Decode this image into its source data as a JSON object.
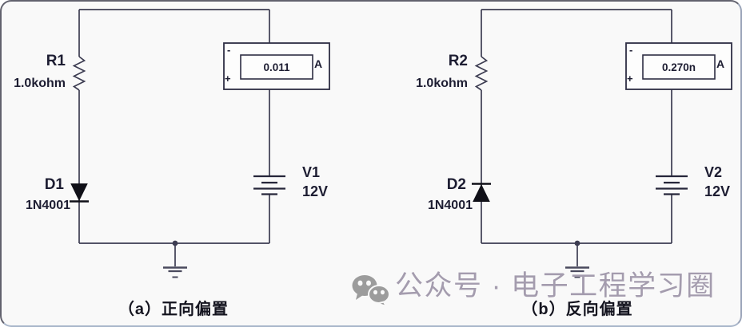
{
  "watermark": {
    "text": "公众号 · 电子工程学习圈",
    "icon": "wechat-icon",
    "color": "#a49cae"
  },
  "colors": {
    "wire": "#3d3d52",
    "label_text": "#1d1d32",
    "diode_fill": "#101018",
    "watermark": "#a49cae"
  },
  "circuits": [
    {
      "id": "a",
      "caption": "（a）正向偏置",
      "bias": "forward",
      "resistor": {
        "ref": "R1",
        "value": "1.0kohm"
      },
      "diode": {
        "ref": "D1",
        "value": "1N4001",
        "orientation": "down"
      },
      "source": {
        "ref": "V1",
        "value": "12V"
      },
      "meter": {
        "reading": "0.011",
        "unit": "A",
        "minus": "-",
        "plus": "+"
      }
    },
    {
      "id": "b",
      "caption": "（b）反向偏置",
      "bias": "reverse",
      "resistor": {
        "ref": "R2",
        "value": "1.0kohm"
      },
      "diode": {
        "ref": "D2",
        "value": "1N4001",
        "orientation": "up"
      },
      "source": {
        "ref": "V2",
        "value": "12V"
      },
      "meter": {
        "reading": "0.270n",
        "unit": "A",
        "minus": "-",
        "plus": "+"
      }
    }
  ]
}
